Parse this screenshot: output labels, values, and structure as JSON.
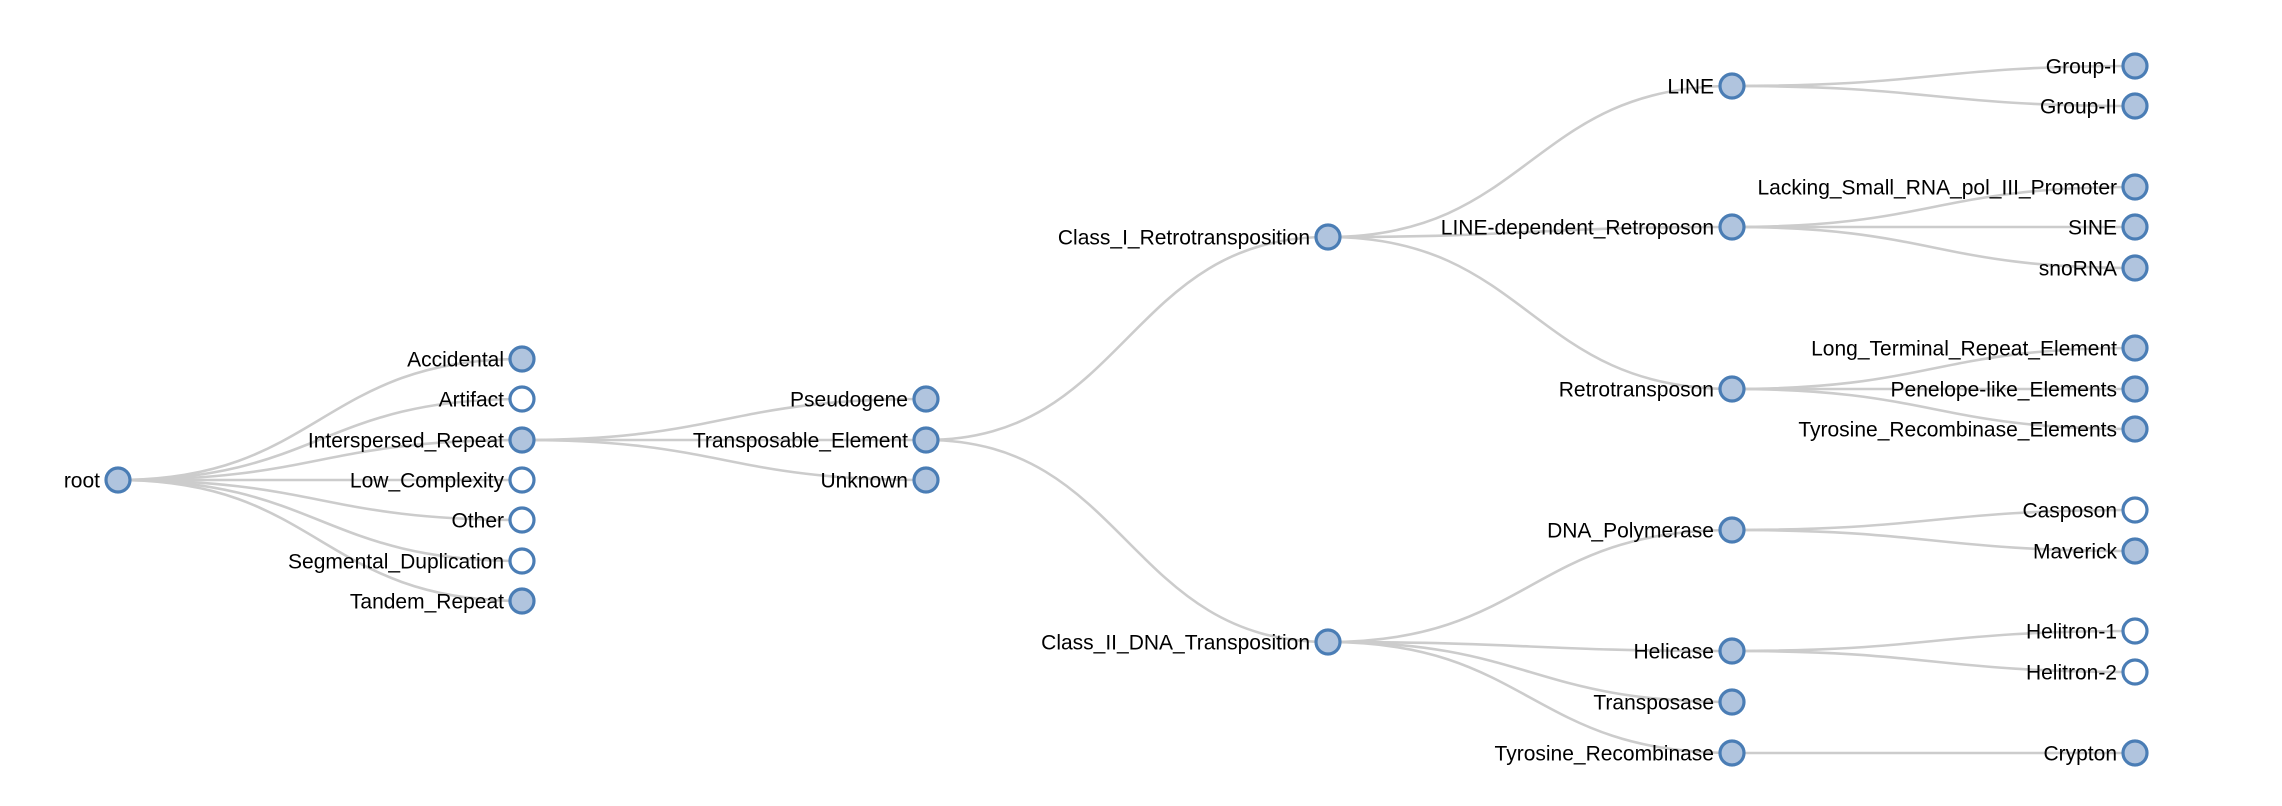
{
  "tree": {
    "id": "root",
    "label": "root",
    "expandable": true,
    "children": [
      {
        "id": "accidental",
        "label": "Accidental",
        "expandable": true
      },
      {
        "id": "artifact",
        "label": "Artifact",
        "expandable": false
      },
      {
        "id": "interspersed-repeat",
        "label": "Interspersed_Repeat",
        "expandable": true,
        "children": [
          {
            "id": "pseudogene",
            "label": "Pseudogene",
            "expandable": true
          },
          {
            "id": "transposable-element",
            "label": "Transposable_Element",
            "expandable": true,
            "children": [
              {
                "id": "class-i-retrotransposition",
                "label": "Class_I_Retrotransposition",
                "expandable": true,
                "children": [
                  {
                    "id": "line",
                    "label": "LINE",
                    "expandable": true,
                    "children": [
                      {
                        "id": "group-i",
                        "label": "Group-I",
                        "expandable": true
                      },
                      {
                        "id": "group-ii",
                        "label": "Group-II",
                        "expandable": true
                      }
                    ]
                  },
                  {
                    "id": "line-dependent-retroposon",
                    "label": "LINE-dependent_Retroposon",
                    "expandable": true,
                    "children": [
                      {
                        "id": "lacking-small-rna-pol-iii-promoter",
                        "label": "Lacking_Small_RNA_pol_III_Promoter",
                        "expandable": true
                      },
                      {
                        "id": "sine",
                        "label": "SINE",
                        "expandable": true
                      },
                      {
                        "id": "snorna",
                        "label": "snoRNA",
                        "expandable": true
                      }
                    ]
                  },
                  {
                    "id": "retrotransposon",
                    "label": "Retrotransposon",
                    "expandable": true,
                    "children": [
                      {
                        "id": "long-terminal-repeat-element",
                        "label": "Long_Terminal_Repeat_Element",
                        "expandable": true
                      },
                      {
                        "id": "penelope-like-elements",
                        "label": "Penelope-like_Elements",
                        "expandable": true
                      },
                      {
                        "id": "tyrosine-recombinase-elements",
                        "label": "Tyrosine_Recombinase_Elements",
                        "expandable": true
                      }
                    ]
                  }
                ]
              },
              {
                "id": "class-ii-dna-transposition",
                "label": "Class_II_DNA_Transposition",
                "expandable": true,
                "children": [
                  {
                    "id": "dna-polymerase",
                    "label": "DNA_Polymerase",
                    "expandable": true,
                    "children": [
                      {
                        "id": "casposon",
                        "label": "Casposon",
                        "expandable": false
                      },
                      {
                        "id": "maverick",
                        "label": "Maverick",
                        "expandable": true
                      }
                    ]
                  },
                  {
                    "id": "helicase",
                    "label": "Helicase",
                    "expandable": true,
                    "children": [
                      {
                        "id": "helitron-1",
                        "label": "Helitron-1",
                        "expandable": false
                      },
                      {
                        "id": "helitron-2",
                        "label": "Helitron-2",
                        "expandable": false
                      }
                    ]
                  },
                  {
                    "id": "transposase",
                    "label": "Transposase",
                    "expandable": true
                  },
                  {
                    "id": "tyrosine-recombinase",
                    "label": "Tyrosine_Recombinase",
                    "expandable": true,
                    "children": [
                      {
                        "id": "crypton",
                        "label": "Crypton",
                        "expandable": true
                      }
                    ]
                  }
                ]
              }
            ]
          },
          {
            "id": "unknown",
            "label": "Unknown",
            "expandable": true
          }
        ]
      },
      {
        "id": "low-complexity",
        "label": "Low_Complexity",
        "expandable": false
      },
      {
        "id": "other",
        "label": "Other",
        "expandable": false
      },
      {
        "id": "segmental-duplication",
        "label": "Segmental_Duplication",
        "expandable": false
      },
      {
        "id": "tandem-repeat",
        "label": "Tandem_Repeat",
        "expandable": true
      }
    ]
  }
}
